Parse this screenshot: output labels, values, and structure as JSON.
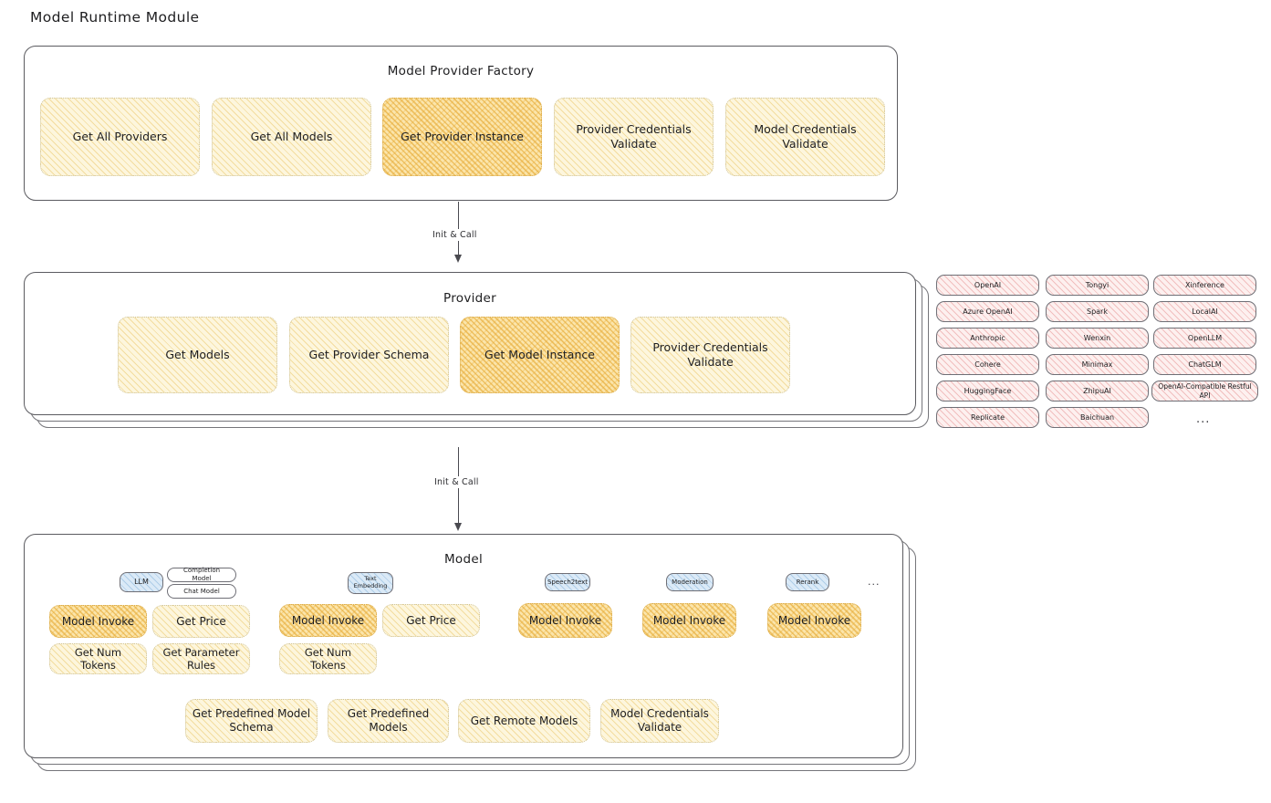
{
  "title": "Model Runtime Module",
  "sections": {
    "factory": {
      "title": "Model Provider Factory",
      "items": [
        {
          "label": "Get All Providers",
          "emphasis": "light"
        },
        {
          "label": "Get All Models",
          "emphasis": "light"
        },
        {
          "label": "Get Provider Instance",
          "emphasis": "strong"
        },
        {
          "label": "Provider Credentials Validate",
          "emphasis": "light"
        },
        {
          "label": "Model Credentials Validate",
          "emphasis": "light"
        }
      ]
    },
    "provider": {
      "title": "Provider",
      "items": [
        {
          "label": "Get Models",
          "emphasis": "light"
        },
        {
          "label": "Get Provider Schema",
          "emphasis": "light"
        },
        {
          "label": "Get Model Instance",
          "emphasis": "strong"
        },
        {
          "label": "Provider Credentials Validate",
          "emphasis": "light"
        }
      ]
    },
    "model": {
      "title": "Model",
      "groups": [
        {
          "badge": "LLM",
          "subtags": [
            "Completion Model",
            "Chat Model"
          ],
          "items": [
            {
              "label": "Model Invoke",
              "emphasis": "strong"
            },
            {
              "label": "Get Price",
              "emphasis": "light"
            },
            {
              "label": "Get Num Tokens",
              "emphasis": "light"
            },
            {
              "label": "Get Parameter Rules",
              "emphasis": "light"
            }
          ]
        },
        {
          "badge": "Text Embedding",
          "subtags": [],
          "items": [
            {
              "label": "Model Invoke",
              "emphasis": "strong"
            },
            {
              "label": "Get Price",
              "emphasis": "light"
            },
            {
              "label": "Get Num Tokens",
              "emphasis": "light"
            }
          ]
        },
        {
          "badge": "Speech2text",
          "subtags": [],
          "items": [
            {
              "label": "Model Invoke",
              "emphasis": "strong"
            }
          ]
        },
        {
          "badge": "Moderation",
          "subtags": [],
          "items": [
            {
              "label": "Model Invoke",
              "emphasis": "strong"
            }
          ]
        },
        {
          "badge": "Rerank",
          "subtags": [],
          "items": [
            {
              "label": "Model Invoke",
              "emphasis": "strong"
            }
          ]
        }
      ],
      "more": "...",
      "shared_items": [
        {
          "label": "Get Predefined Model Schema",
          "emphasis": "light"
        },
        {
          "label": "Get Predefined Models",
          "emphasis": "light"
        },
        {
          "label": "Get Remote Models",
          "emphasis": "light"
        },
        {
          "label": "Model Credentials Validate",
          "emphasis": "light"
        }
      ]
    }
  },
  "connectors": [
    {
      "label": "Init & Call"
    },
    {
      "label": "Init & Call"
    }
  ],
  "provider_list": {
    "columns": [
      [
        "OpenAI",
        "Azure OpenAI",
        "Anthropic",
        "Cohere",
        "HuggingFace",
        "Replicate"
      ],
      [
        "Tongyi",
        "Spark",
        "Wenxin",
        "Minimax",
        "ZhipuAI",
        "Baichuan"
      ],
      [
        "Xinference",
        "LocalAI",
        "OpenLLM",
        "ChatGLM",
        "OpenAI-Compatible Restful API"
      ]
    ],
    "more": "..."
  },
  "colors": {
    "strong_fill": "#fbe5ab",
    "light_fill": "#fdf6dd",
    "pink_fill": "#fdf0ef",
    "blue_fill": "#dbeaf7",
    "stroke": "#5b5b60"
  }
}
